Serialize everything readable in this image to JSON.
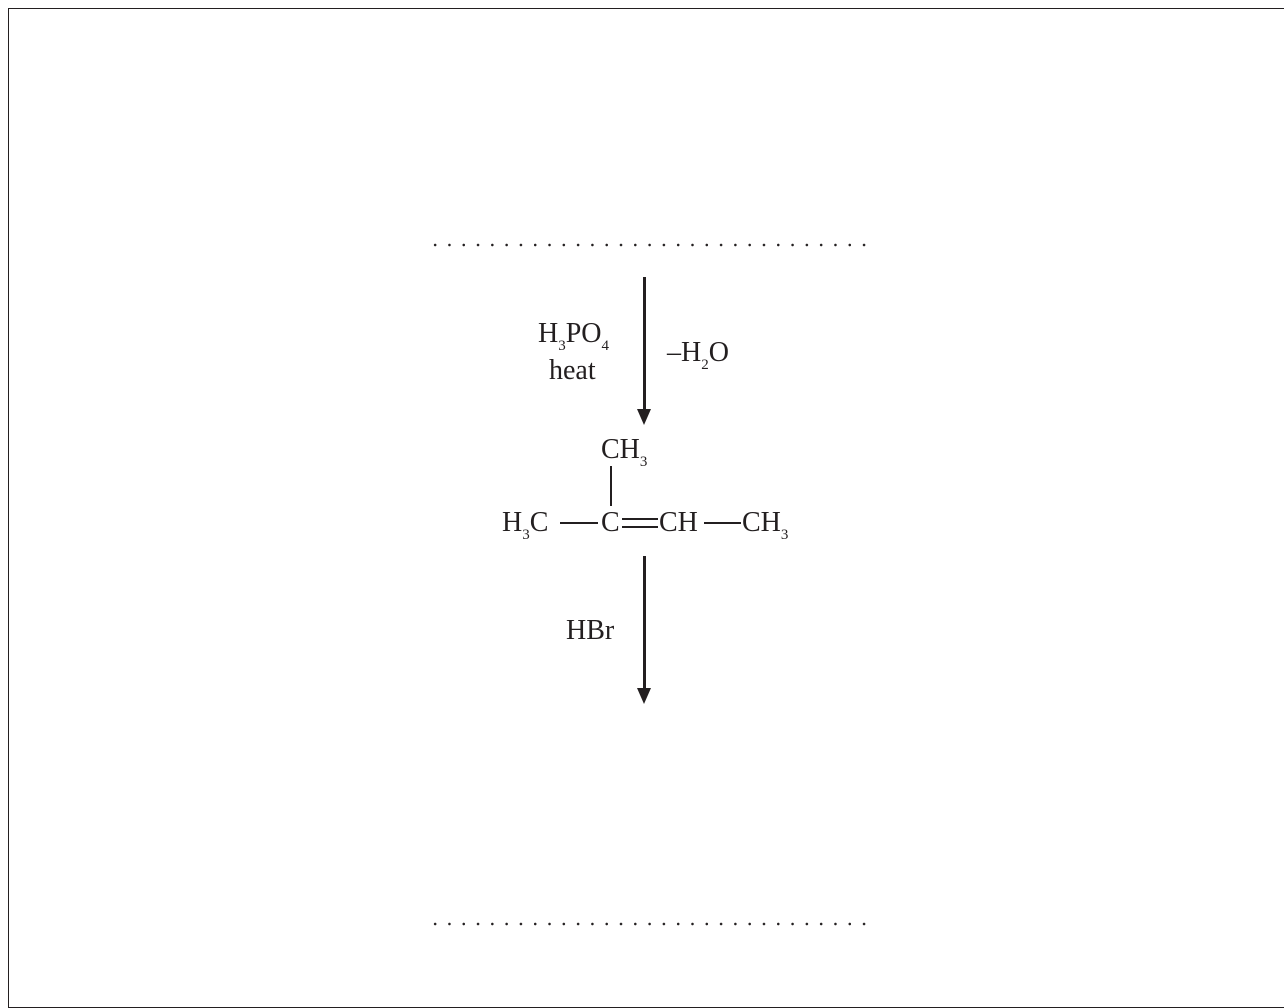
{
  "reaction": {
    "step1": {
      "reagent_line1": {
        "a": "H",
        "a_sub": "3",
        "b": "PO",
        "b_sub": "4"
      },
      "reagent_line2": "heat",
      "byproduct": {
        "a": "–H",
        "a_sub": "2",
        "b": "O"
      }
    },
    "alkene": {
      "top_group": {
        "a": "CH",
        "a_sub": "3"
      },
      "left_group": {
        "a": "H",
        "a_sub": "3",
        "b": "C"
      },
      "center_carbon": "C",
      "right_ch": "CH",
      "right_group": {
        "a": "CH",
        "a_sub": "3"
      }
    },
    "step2": {
      "reagent": "HBr"
    }
  }
}
